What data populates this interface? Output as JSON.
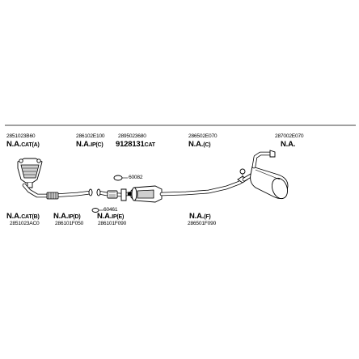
{
  "groups": [
    {
      "id": "top-1",
      "part_number": "2851023B60",
      "code": "N.A.",
      "code_suffix": "CAT(A)"
    },
    {
      "id": "top-2",
      "part_number": "286102E100",
      "code": "N.A.",
      "code_suffix": "IP(C)"
    },
    {
      "id": "top-3",
      "part_number": "2895023680",
      "code": "9128131",
      "code_suffix": "CAT"
    },
    {
      "id": "top-4",
      "part_number": "286502E070",
      "code": "N.A.",
      "code_suffix": "(C)"
    },
    {
      "id": "top-5",
      "part_number": "287002E070",
      "code": "N.A.",
      "code_suffix": ""
    },
    {
      "id": "bot-1",
      "part_number": "2851023AC0",
      "code": "N.A.",
      "code_suffix": "CAT(B)"
    },
    {
      "id": "bot-2",
      "part_number": "286101F050",
      "code": "N.A.",
      "code_suffix": "IP(D)"
    },
    {
      "id": "bot-3",
      "part_number": "286101F090",
      "code": "N.A.",
      "code_suffix": "IP(E)"
    },
    {
      "id": "bot-4",
      "part_number": "286501F090",
      "code": "N.A.",
      "code_suffix": "(F)"
    }
  ],
  "callouts": {
    "gasket_upper": "60082",
    "gasket_lower": "60461"
  }
}
